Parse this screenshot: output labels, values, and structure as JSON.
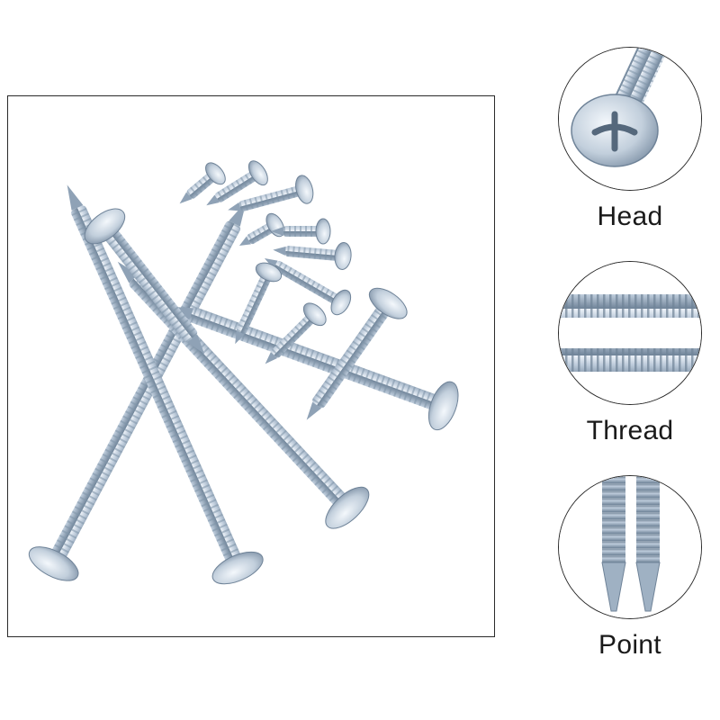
{
  "details": [
    {
      "label": "Head",
      "icon": "screw-head-closeup"
    },
    {
      "label": "Thread",
      "icon": "screw-thread-closeup"
    },
    {
      "label": "Point",
      "icon": "screw-point-closeup"
    }
  ],
  "colors": {
    "metal_light": "#e6eef6",
    "metal_mid": "#aebfd0",
    "metal_dark": "#6d8196",
    "border": "#2a2a2a"
  }
}
